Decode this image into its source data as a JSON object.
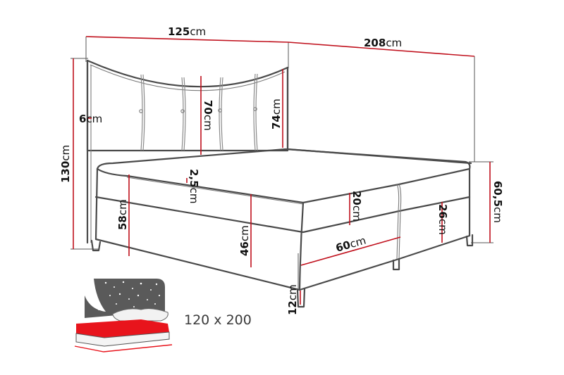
{
  "diagram": {
    "title": "Boxspring bed dimensions",
    "colors": {
      "dimension_line": "#c0101c",
      "outline": "#4a4a4a",
      "icon_gray": "#5a5a5a",
      "icon_red": "#e8141c"
    },
    "dimensions": {
      "total_width": {
        "value": "125",
        "unit": "cm"
      },
      "total_length": {
        "value": "208",
        "unit": "cm"
      },
      "total_height": {
        "value": "130",
        "unit": "cm"
      },
      "headboard_thickness": {
        "value": "6",
        "unit": "cm"
      },
      "headboard_height_center": {
        "value": "70",
        "unit": "cm"
      },
      "headboard_height_side": {
        "value": "74",
        "unit": "cm"
      },
      "topper_thickness": {
        "value": "2,5",
        "unit": "cm"
      },
      "sleeping_height": {
        "value": "58",
        "unit": "cm"
      },
      "base_height": {
        "value": "46",
        "unit": "cm"
      },
      "mattress_height": {
        "value": "20",
        "unit": "cm"
      },
      "box_height": {
        "value": "26",
        "unit": "cm"
      },
      "panel_width": {
        "value": "60",
        "unit": "cm"
      },
      "leg_height": {
        "value": "12",
        "unit": "cm"
      },
      "side_height": {
        "value": "60,5",
        "unit": "cm"
      }
    },
    "icon": {
      "name": "bed-size-icon",
      "size_label": "120 x 200"
    }
  }
}
